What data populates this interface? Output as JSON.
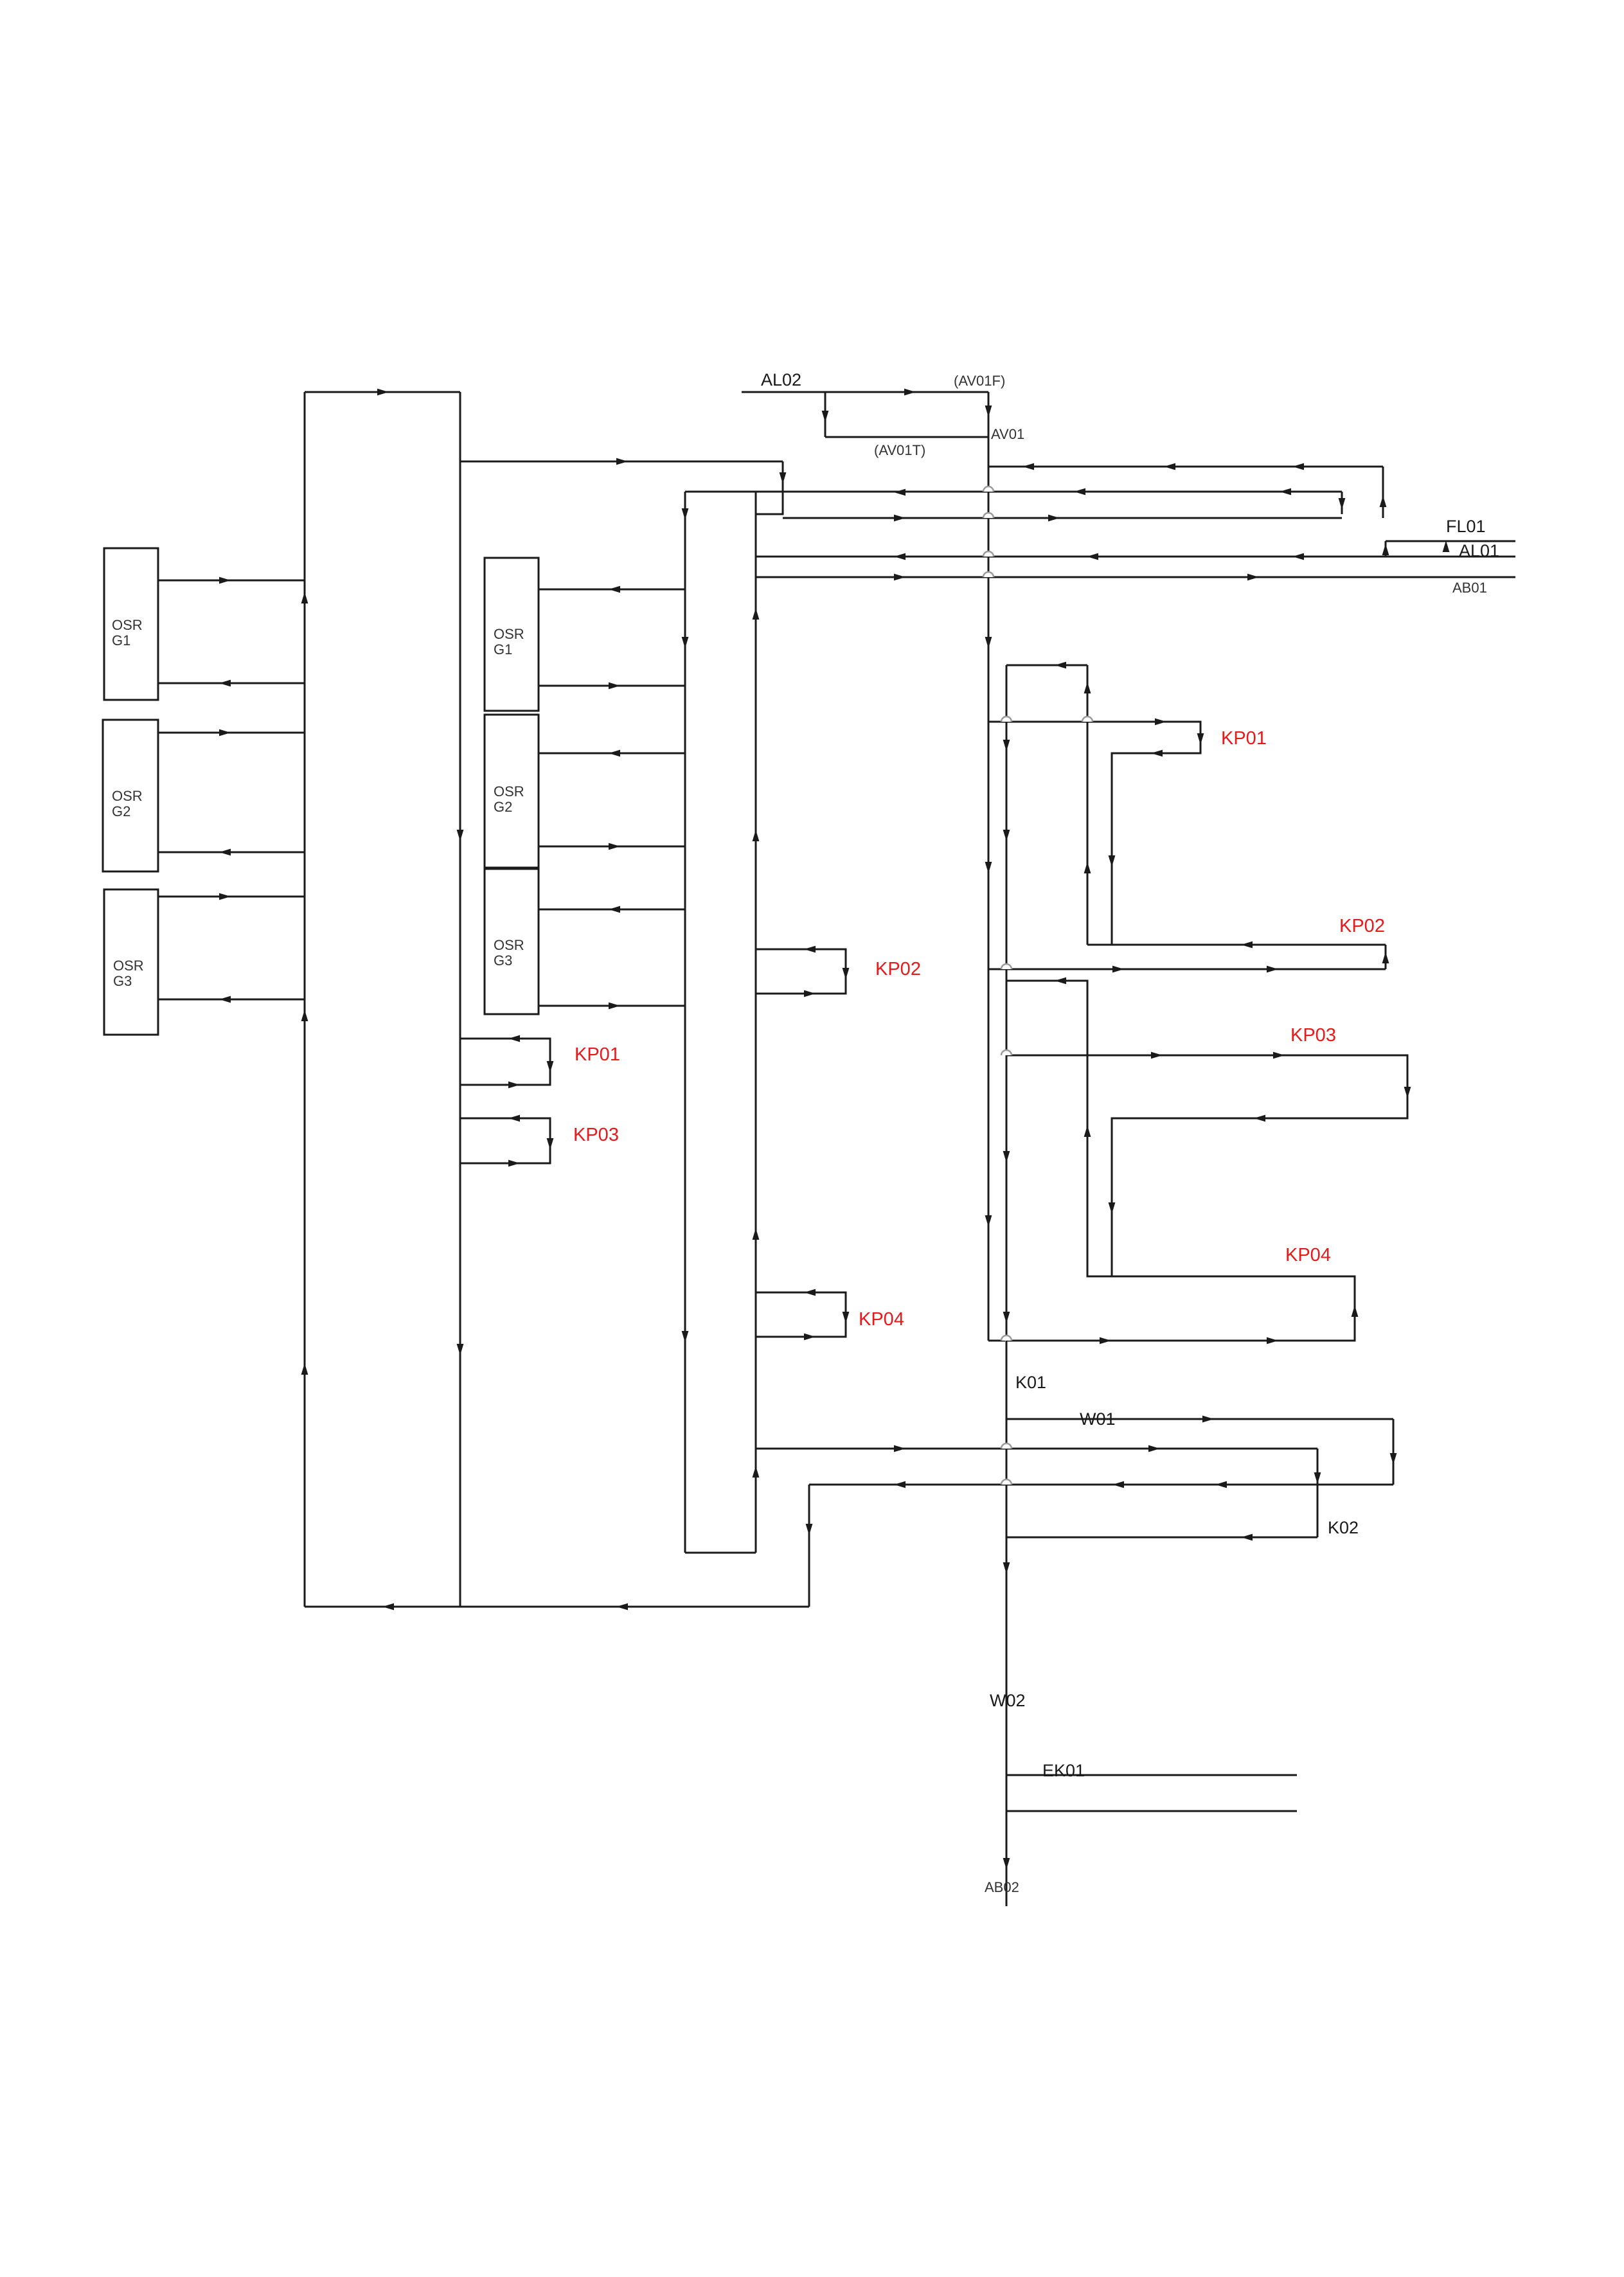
{
  "diagram": {
    "colors": {
      "line": "#1a1a1a",
      "label": "#1a1a1a",
      "highlight": "#e8191b"
    },
    "osr_left": [
      {
        "line1": "OSR",
        "line2": "G1"
      },
      {
        "line1": "OSR",
        "line2": "G2"
      },
      {
        "line1": "OSR",
        "line2": "G3"
      }
    ],
    "osr_mid": [
      {
        "line1": "OSR",
        "line2": "G1"
      },
      {
        "line1": "OSR",
        "line2": "G2"
      },
      {
        "line1": "OSR",
        "line2": "G3"
      }
    ],
    "top_labels": {
      "al02": "AL02",
      "av01f": "(AV01F)",
      "av01": "AV01",
      "av01t": "(AV01T)"
    },
    "right_labels": {
      "fl01": "FL01",
      "al01": "AL01",
      "ab01": "AB01"
    },
    "kp_left": {
      "kp01": "KP01",
      "kp03": "KP03"
    },
    "kp_mid": {
      "kp02": "KP02",
      "kp04": "KP04"
    },
    "kp_right": {
      "kp01": "KP01",
      "kp02": "KP02",
      "kp03": "KP03",
      "kp04": "KP04"
    },
    "bottom_labels": {
      "k01": "K01",
      "w01": "W01",
      "k02": "K02",
      "w02": "W02",
      "ek01": "EK01",
      "ab02": "AB02"
    }
  }
}
